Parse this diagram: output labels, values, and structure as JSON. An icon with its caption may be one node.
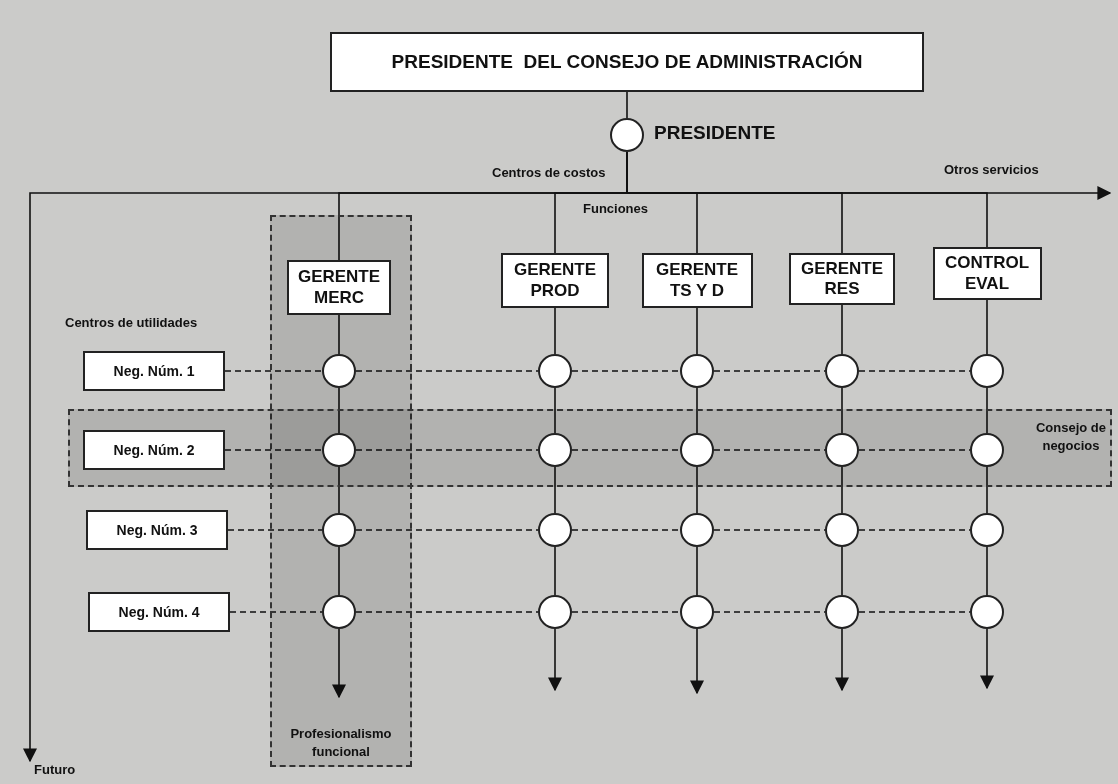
{
  "diagram": {
    "nodes": [
      {
        "text": [
          "PRESIDENTE  DEL CONSEJO DE ADMINISTRACIÓN"
        ]
      },
      {
        "text": [],
        "shape": "circle",
        "beside": [
          "PRESIDENTE"
        ]
      },
      {
        "text": [
          "Profesionalismo funcional"
        ]
      },
      {
        "text": [
          "GERENTE MERC"
        ],
        "in": 2
      },
      {
        "text": [
          "GERENTE PROD"
        ]
      },
      {
        "text": [
          "GERENTE TS Y D"
        ]
      },
      {
        "text": [
          "GERENTE RES"
        ]
      },
      {
        "text": [
          "CONTROL EVAL"
        ]
      },
      {
        "text": [
          "Neg. Núm. 1"
        ]
      },
      {
        "text": [],
        "shape": "circle",
        "in": 2
      },
      {
        "text": [],
        "shape": "circle"
      },
      {
        "text": [],
        "shape": "circle"
      },
      {
        "text": [],
        "shape": "circle"
      },
      {
        "text": [],
        "shape": "circle"
      },
      {
        "text": [
          "Consejo de negocios"
        ]
      },
      {
        "text": [
          "Neg. Núm. 2"
        ],
        "in": 14
      },
      {
        "text": [],
        "shape": "circle"
      },
      {
        "text": [],
        "shape": "circle",
        "in": 14
      },
      {
        "text": [],
        "shape": "circle",
        "in": 14
      },
      {
        "text": [],
        "shape": "circle",
        "in": 14
      },
      {
        "text": [],
        "shape": "circle",
        "in": 14
      },
      {
        "text": [
          "Neg. Núm. 3"
        ]
      },
      {
        "text": [],
        "shape": "circle",
        "in": 2
      },
      {
        "text": [],
        "shape": "circle"
      },
      {
        "text": [],
        "shape": "circle"
      },
      {
        "text": [],
        "shape": "circle"
      },
      {
        "text": [],
        "shape": "circle"
      },
      {
        "text": [
          "Neg. Núm. 4"
        ]
      },
      {
        "text": [],
        "shape": "circle",
        "in": 2
      },
      {
        "text": [],
        "shape": "circle"
      },
      {
        "text": [],
        "shape": "circle"
      },
      {
        "text": [],
        "shape": "circle"
      },
      {
        "text": [],
        "shape": "circle"
      },
      {
        "text": [
          "Futuro"
        ]
      }
    ],
    "edges": [
      {
        "from": 0,
        "to": 1,
        "arrow": "none"
      },
      {
        "from": 1,
        "to": 3,
        "arrow": "none"
      },
      {
        "from": 1,
        "to": 4,
        "arrow": "none"
      },
      {
        "from": 1,
        "to": 5,
        "arrow": "none"
      },
      {
        "from": 1,
        "to": 6,
        "arrow": "none"
      },
      {
        "from": 1,
        "to": 7,
        "arrow": "none"
      },
      {
        "from": 1,
        "to": null,
        "arrow": "to"
      },
      {
        "from": 1,
        "to": 33,
        "arrow": "to"
      },
      {
        "from": 3,
        "to": 9,
        "arrow": "none"
      },
      {
        "from": 9,
        "to": 16,
        "arrow": "none"
      },
      {
        "from": 16,
        "to": 22,
        "arrow": "none"
      },
      {
        "from": 22,
        "to": 28,
        "arrow": "none"
      },
      {
        "from": 28,
        "to": null,
        "arrow": "to"
      },
      {
        "from": 4,
        "to": 10,
        "arrow": "none"
      },
      {
        "from": 10,
        "to": 17,
        "arrow": "none"
      },
      {
        "from": 17,
        "to": 23,
        "arrow": "none"
      },
      {
        "from": 23,
        "to": 29,
        "arrow": "none"
      },
      {
        "from": 29,
        "to": null,
        "arrow": "to"
      },
      {
        "from": 5,
        "to": 11,
        "arrow": "none"
      },
      {
        "from": 11,
        "to": 18,
        "arrow": "none"
      },
      {
        "from": 18,
        "to": 24,
        "arrow": "none"
      },
      {
        "from": 24,
        "to": 30,
        "arrow": "none"
      },
      {
        "from": 30,
        "to": null,
        "arrow": "to"
      },
      {
        "from": 6,
        "to": 12,
        "arrow": "none"
      },
      {
        "from": 12,
        "to": 19,
        "arrow": "none"
      },
      {
        "from": 19,
        "to": 25,
        "arrow": "none"
      },
      {
        "from": 25,
        "to": 31,
        "arrow": "none"
      },
      {
        "from": 31,
        "to": null,
        "arrow": "to"
      },
      {
        "from": 7,
        "to": 13,
        "arrow": "none"
      },
      {
        "from": 13,
        "to": 20,
        "arrow": "none"
      },
      {
        "from": 20,
        "to": 26,
        "arrow": "none"
      },
      {
        "from": 26,
        "to": 32,
        "arrow": "none"
      },
      {
        "from": 32,
        "to": null,
        "arrow": "to"
      },
      {
        "from": 8,
        "to": 9,
        "arrow": "none",
        "style": "dashed"
      },
      {
        "from": 9,
        "to": 10,
        "arrow": "none",
        "style": "dashed"
      },
      {
        "from": 10,
        "to": 11,
        "arrow": "none",
        "style": "dashed"
      },
      {
        "from": 11,
        "to": 12,
        "arrow": "none",
        "style": "dashed"
      },
      {
        "from": 12,
        "to": 13,
        "arrow": "none",
        "style": "dashed"
      },
      {
        "from": 15,
        "to": 16,
        "arrow": "none",
        "style": "dashed"
      },
      {
        "from": 16,
        "to": 17,
        "arrow": "none",
        "style": "dashed"
      },
      {
        "from": 17,
        "to": 18,
        "arrow": "none",
        "style": "dashed"
      },
      {
        "from": 18,
        "to": 19,
        "arrow": "none",
        "style": "dashed"
      },
      {
        "from": 19,
        "to": 20,
        "arrow": "none",
        "style": "dashed"
      },
      {
        "from": 21,
        "to": 22,
        "arrow": "none",
        "style": "dashed"
      },
      {
        "from": 22,
        "to": 23,
        "arrow": "none",
        "style": "dashed"
      },
      {
        "from": 23,
        "to": 24,
        "arrow": "none",
        "style": "dashed"
      },
      {
        "from": 24,
        "to": 25,
        "arrow": "none",
        "style": "dashed"
      },
      {
        "from": 25,
        "to": 26,
        "arrow": "none",
        "style": "dashed"
      },
      {
        "from": 27,
        "to": 28,
        "arrow": "none",
        "style": "dashed"
      },
      {
        "from": 28,
        "to": 29,
        "arrow": "none",
        "style": "dashed"
      },
      {
        "from": 29,
        "to": 30,
        "arrow": "none",
        "style": "dashed"
      },
      {
        "from": 30,
        "to": 31,
        "arrow": "none",
        "style": "dashed"
      },
      {
        "from": 31,
        "to": 32,
        "arrow": "none",
        "style": "dashed"
      }
    ],
    "labels": [
      "Centros de costos",
      "Otros servicios",
      "Funciones",
      "Centros de utilidades"
    ]
  }
}
